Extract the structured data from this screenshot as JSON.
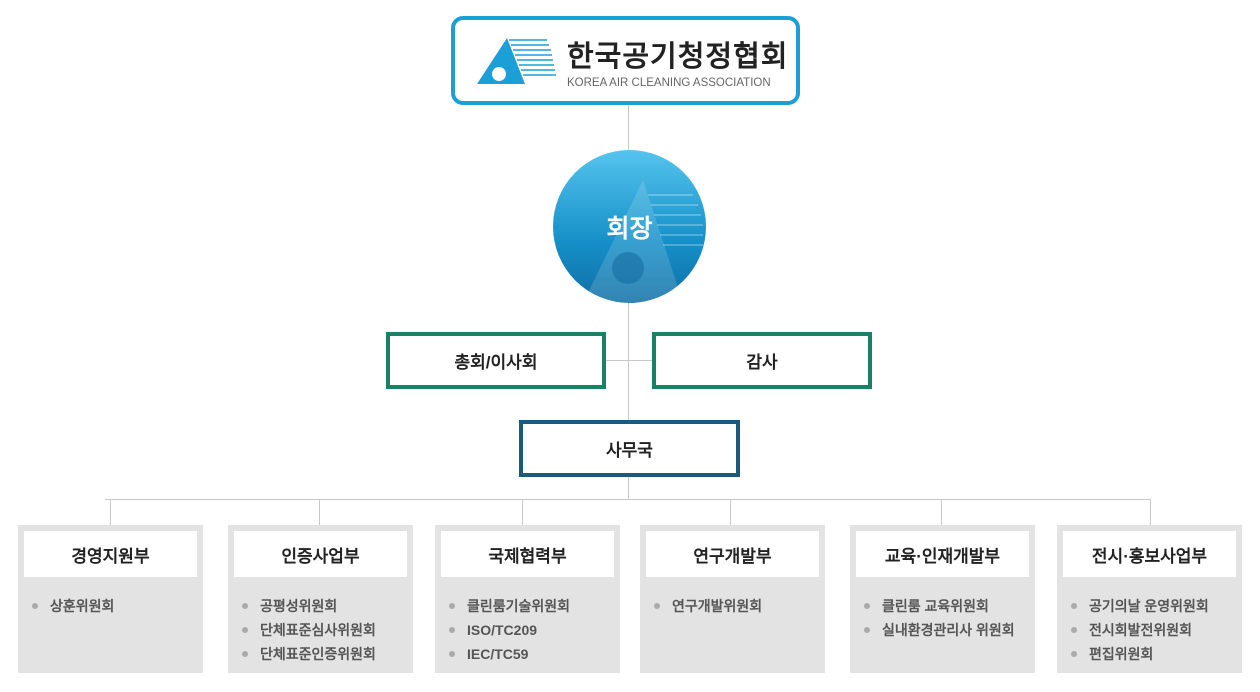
{
  "logo": {
    "name_ko": "한국공기청정협회",
    "name_en": "KOREA AIR CLEANING ASSOCIATION"
  },
  "president": "회장",
  "general_assembly": "총회/이사회",
  "audit": "감사",
  "secretariat": "사무국",
  "colors": {
    "logo_border": "#1b9fd6",
    "green": "#1a8066",
    "navy": "#1c5a7d",
    "dept_bg": "#e3e3e3"
  },
  "departments": [
    {
      "name": "경영지원부",
      "items": [
        "상훈위원회"
      ]
    },
    {
      "name": "인증사업부",
      "items": [
        "공평성위원회",
        "단체표준심사위원회",
        "단체표준인증위원회"
      ]
    },
    {
      "name": "국제협력부",
      "items": [
        "클린룸기술위원회",
        "ISO/TC209",
        "IEC/TC59"
      ]
    },
    {
      "name": "연구개발부",
      "items": [
        "연구개발위원회"
      ]
    },
    {
      "name": "교육·인재개발부",
      "items": [
        "클린룸 교육위원회",
        "실내환경관리사 위원회"
      ]
    },
    {
      "name": "전시·홍보사업부",
      "items": [
        "공기의날 운영위원회",
        "전시회발전위원회",
        "편집위원회"
      ]
    }
  ]
}
